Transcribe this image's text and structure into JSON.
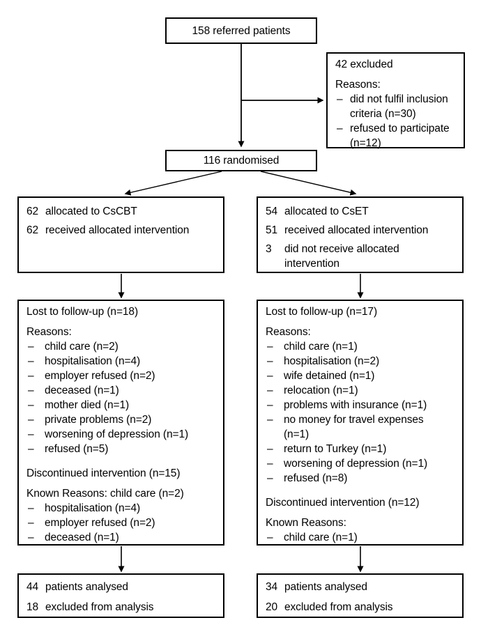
{
  "diagram": {
    "bullet_char": "–",
    "referred": {
      "label": "158 referred patients"
    },
    "excluded": {
      "title": "42 excluded",
      "reasons_label": "Reasons:",
      "reasons": [
        "did not fulfil inclusion criteria (n=30)",
        "refused to participate (n=12)"
      ]
    },
    "randomised": {
      "label": "116 randomised"
    },
    "alloc_left": {
      "lines": [
        {
          "num": "62",
          "text": "allocated to CsCBT"
        },
        {
          "num": "62",
          "text": "received allocated intervention"
        }
      ]
    },
    "alloc_right": {
      "lines": [
        {
          "num": "54",
          "text": "allocated to CsET"
        },
        {
          "num": "51",
          "text": "received allocated intervention"
        },
        {
          "num": "3",
          "text": "did not receive allocated intervention"
        }
      ]
    },
    "follow_left": {
      "title": "Lost to follow-up (n=18)",
      "reasons_label": "Reasons:",
      "reasons": [
        "child care (n=2)",
        "hospitalisation (n=4)",
        "employer refused (n=2)",
        "deceased (n=1)",
        "mother died (n=1)",
        "private problems (n=2)",
        "worsening of depression (n=1)",
        "refused (n=5)"
      ],
      "discontinued": "Discontinued intervention (n=15)",
      "known_label": "Known Reasons: child care (n=2)",
      "known_reasons": [
        "hospitalisation (n=4)",
        "employer refused (n=2)",
        "deceased (n=1)"
      ]
    },
    "follow_right": {
      "title": "Lost to follow-up (n=17)",
      "reasons_label": "Reasons:",
      "reasons": [
        "child care (n=1)",
        "hospitalisation (n=2)",
        "wife detained (n=1)",
        "relocation (n=1)",
        "problems with insurance (n=1)",
        "no money for travel expenses (n=1)",
        "return to Turkey (n=1)",
        "worsening of depression (n=1)",
        "refused (n=8)"
      ],
      "discontinued": "Discontinued intervention (n=12)",
      "known_label": "Known Reasons:",
      "known_reasons": [
        "child care (n=1)"
      ]
    },
    "analysed_left": {
      "lines": [
        {
          "num": "44",
          "text": "patients analysed"
        },
        {
          "num": "18",
          "text": "excluded from analysis"
        }
      ]
    },
    "analysed_right": {
      "lines": [
        {
          "num": "34",
          "text": "patients analysed"
        },
        {
          "num": "20",
          "text": "excluded from analysis"
        }
      ]
    }
  }
}
